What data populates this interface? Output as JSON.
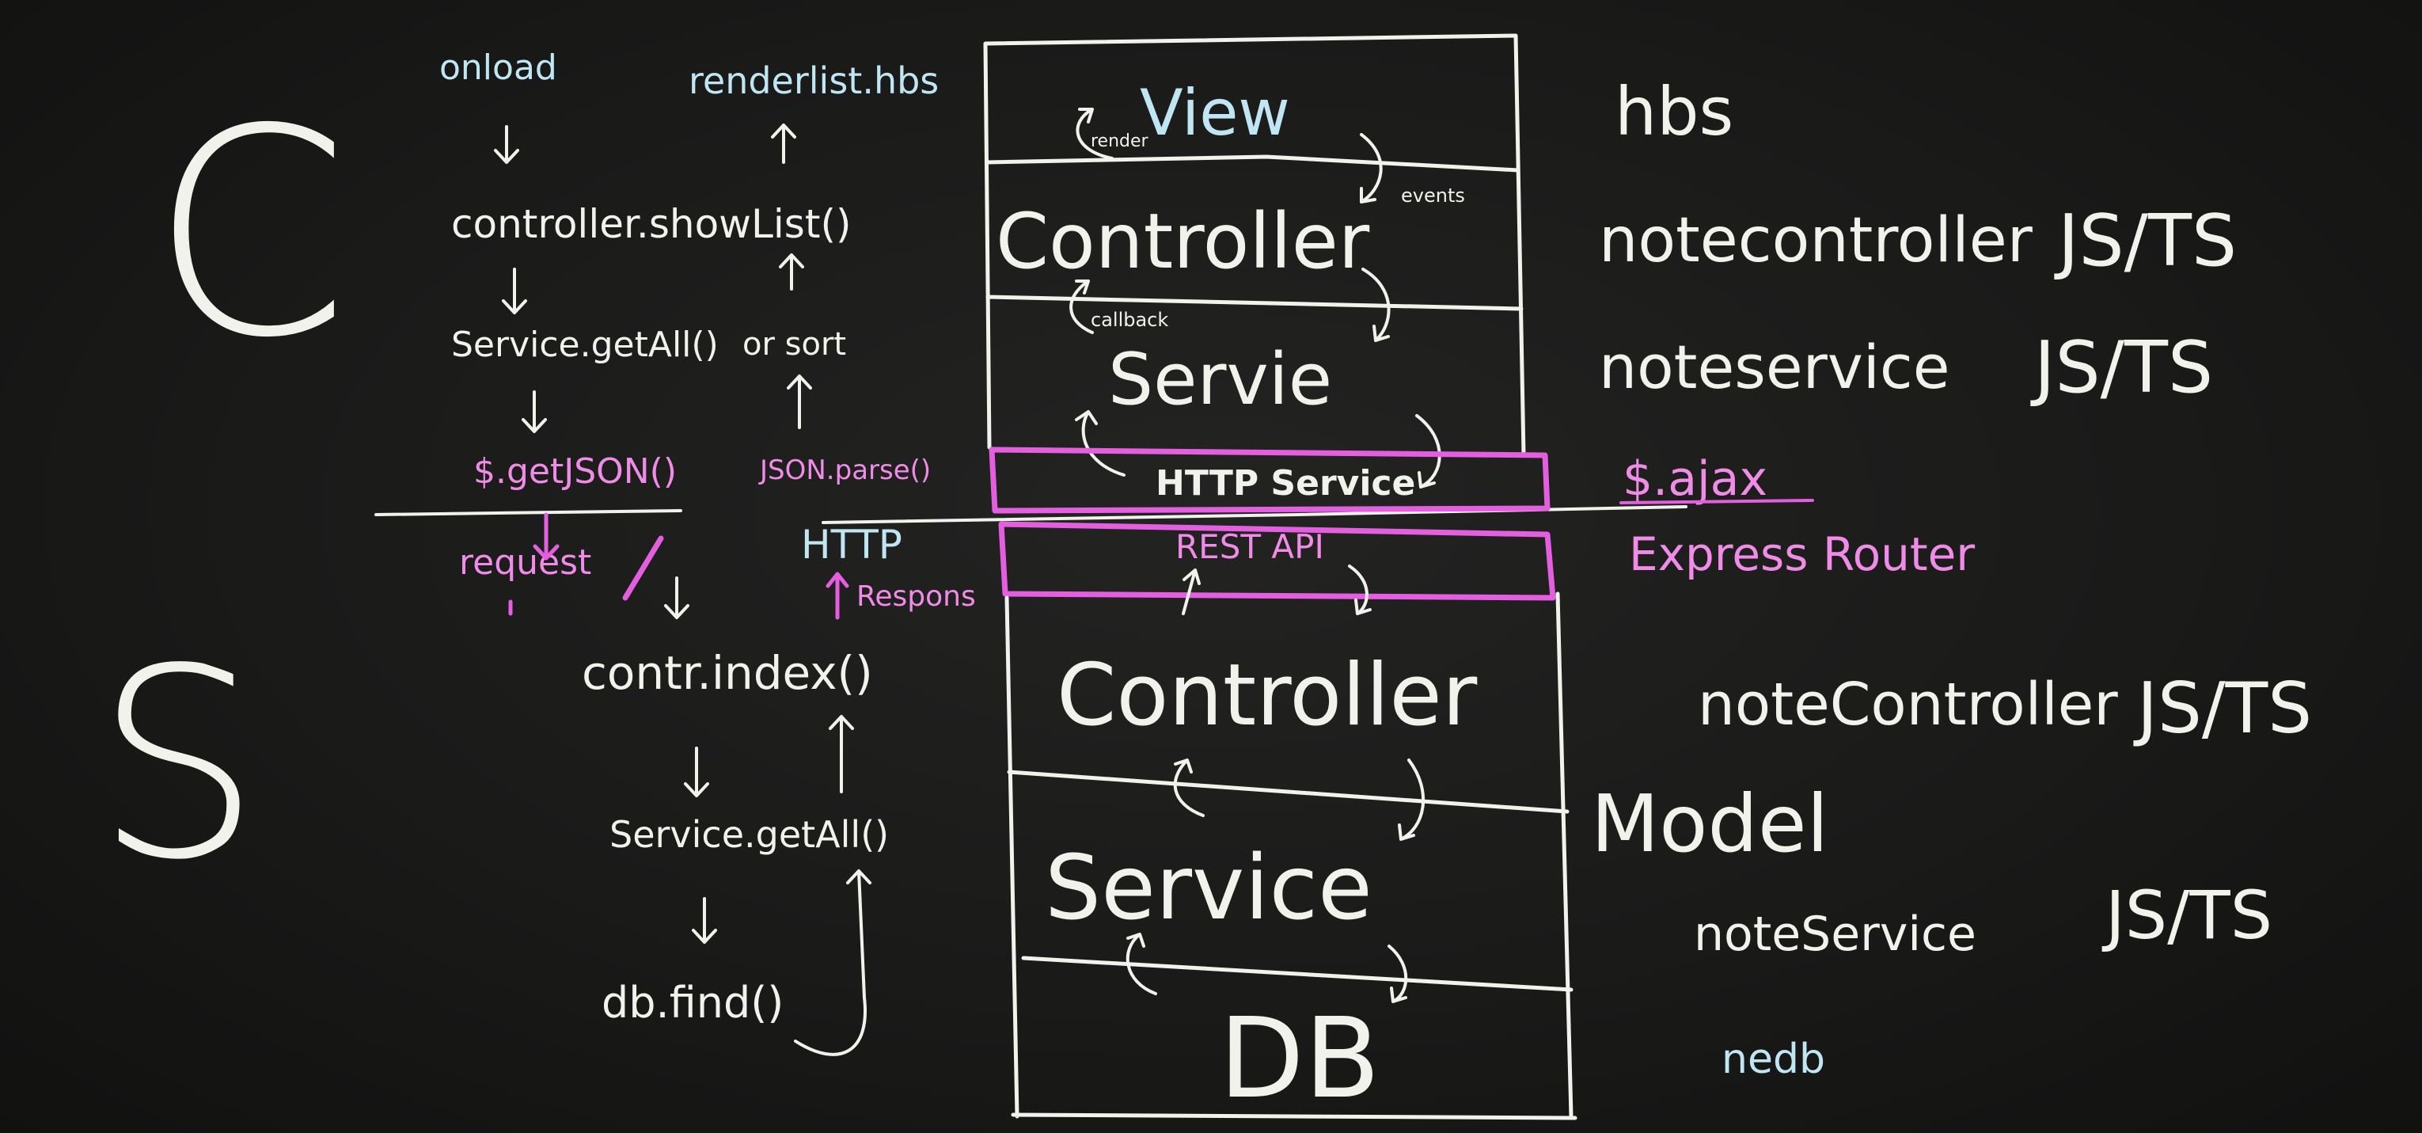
{
  "side_labels": {
    "client": "C",
    "server": "S"
  },
  "client_flow": {
    "onload": "onload",
    "renderlist": "renderlist.hbs",
    "controller_showlist": "controller.showList()",
    "service_getall": "Service.getAll()",
    "sort": "or sort",
    "getjson": "$.getJSON()",
    "json_parse": "JSON.parse()",
    "request": "request",
    "http": "HTTP",
    "response": "Respons"
  },
  "server_flow": {
    "contr_index": "contr.index()",
    "service_getall": "Service.getAll()",
    "db_find": "db.find()"
  },
  "stack": {
    "view": "View",
    "render": "render",
    "events": "events",
    "controller": "Controller",
    "callback": "callback",
    "service": "Servie",
    "http_service": "HTTP Service",
    "rest_api": "REST API",
    "server_controller": "Controller",
    "server_service": "Service",
    "db": "DB"
  },
  "tech_labels": {
    "hbs": "hbs",
    "notecontroller": "notecontroller",
    "noteservice": "noteservice",
    "jsts1": "JS/TS",
    "jsts2": "JS/TS",
    "ajax": "$.ajax",
    "express_router": "Express Router",
    "noteController": "noteController",
    "jsts3": "JS/TS",
    "model": "Model",
    "noteService": "noteService",
    "jsts4": "JS/TS",
    "nedb": "nedb"
  },
  "colors": {
    "chalk_white": "#f2f2ec",
    "chalk_magenta": "#e45fe0",
    "chalk_cyan": "#c4e8f2",
    "board": "#1a1a19"
  }
}
